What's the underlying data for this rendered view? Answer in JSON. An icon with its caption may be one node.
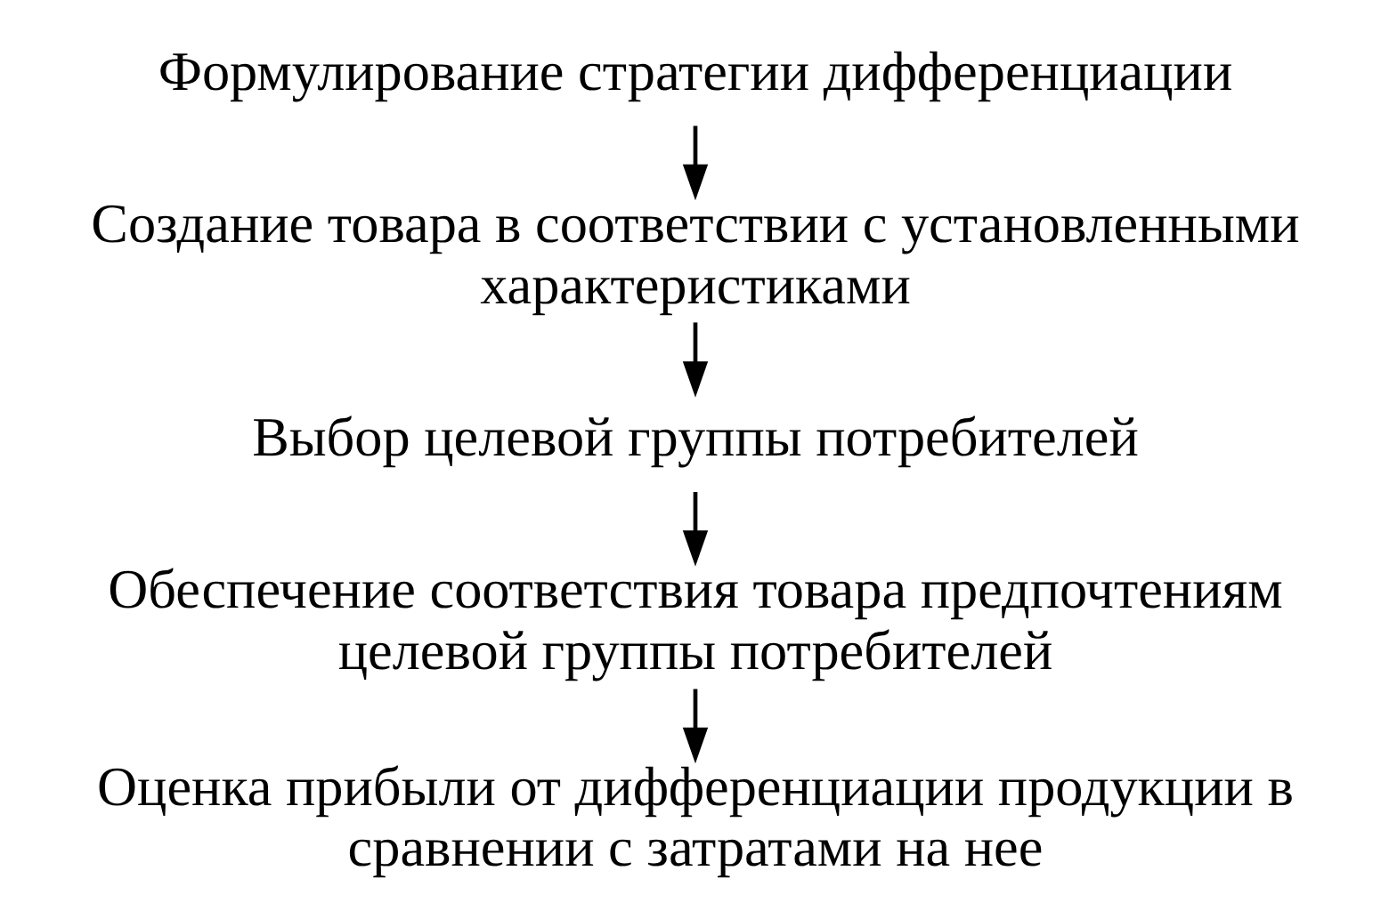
{
  "diagram": {
    "nodes": [
      {
        "text": [
          "Формулирование стратегии дифференциации"
        ]
      },
      {
        "text": [
          "Создание товара в соответствии с установленными характеристиками"
        ]
      },
      {
        "text": [
          "Выбор целевой группы потребителей"
        ]
      },
      {
        "text": [
          "Обеспечение соответствия товара предпочтениям целевой группы потребителей"
        ]
      },
      {
        "text": [
          "Оценка прибыли от дифференциации продукции в сравнении с затратами на нее"
        ]
      }
    ],
    "edges": [
      {
        "from": 0,
        "to": 1,
        "arrow": "to"
      },
      {
        "from": 1,
        "to": 2,
        "arrow": "to"
      },
      {
        "from": 2,
        "to": 3,
        "arrow": "to"
      },
      {
        "from": 3,
        "to": 4,
        "arrow": "to"
      }
    ]
  }
}
